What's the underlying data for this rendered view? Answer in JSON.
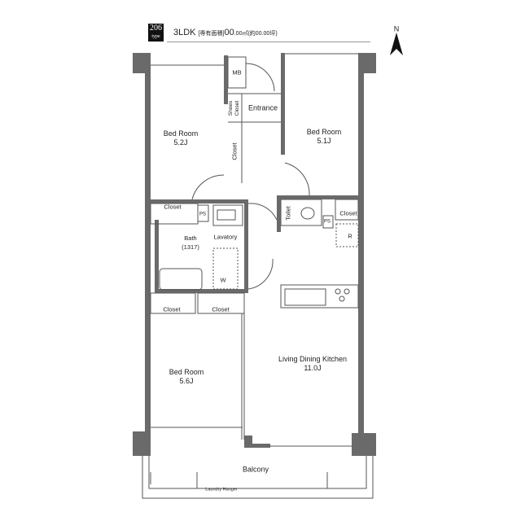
{
  "header": {
    "type_number": "206",
    "type_label": "type",
    "layout": "3LDK",
    "area_label": "[専有面積]",
    "area_value": "00",
    "area_decimal": ".00㎡(約00.00坪)"
  },
  "compass": {
    "label": "N"
  },
  "rooms": {
    "bedroom_nw": {
      "name": "Bed Room",
      "size": "5.2J"
    },
    "bedroom_ne": {
      "name": "Bed Room",
      "size": "5.1J"
    },
    "bedroom_sw": {
      "name": "Bed Room",
      "size": "5.6J"
    },
    "ldk": {
      "name": "Living Dining Kitchen",
      "size": "11.0J"
    },
    "entrance": "Entrance",
    "mb": "MB",
    "shoes_closet": "Shoes Closet",
    "hall_closet": "Closet",
    "closet_nw": "Closet",
    "ps_left": "PS",
    "toilet": "Toilet",
    "ps_right": "PS",
    "closet_ne": "Closet",
    "fridge": "R",
    "bath": {
      "name": "Bath",
      "size": "(1317)"
    },
    "lavatory": "Lavatory",
    "washer": "W",
    "closet_sw1": "Closet",
    "closet_sw2": "Closet",
    "balcony": "Balcony",
    "laundry_hanger": "Laundry Hanger"
  },
  "colors": {
    "wall": "#666666",
    "column": "#5a5a5a",
    "line": "#555555"
  }
}
